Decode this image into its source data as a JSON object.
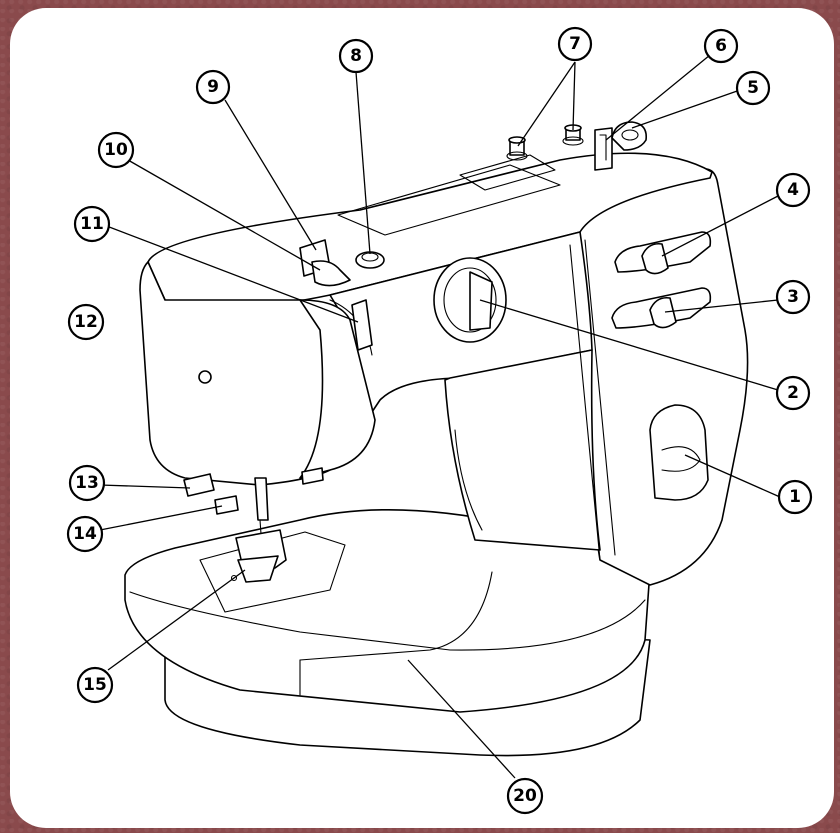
{
  "callouts": [
    {
      "id": "c1",
      "label": "1"
    },
    {
      "id": "c2",
      "label": "2"
    },
    {
      "id": "c3",
      "label": "3"
    },
    {
      "id": "c4",
      "label": "4"
    },
    {
      "id": "c5",
      "label": "5"
    },
    {
      "id": "c6",
      "label": "6"
    },
    {
      "id": "c7",
      "label": "7"
    },
    {
      "id": "c8",
      "label": "8"
    },
    {
      "id": "c9",
      "label": "9"
    },
    {
      "id": "c10",
      "label": "10"
    },
    {
      "id": "c11",
      "label": "11"
    },
    {
      "id": "c12",
      "label": "12"
    },
    {
      "id": "c13",
      "label": "13"
    },
    {
      "id": "c14",
      "label": "14"
    },
    {
      "id": "c15",
      "label": "15"
    },
    {
      "id": "c20",
      "label": "20"
    }
  ],
  "colors": {
    "border": "#8a4a4c",
    "panel": "#ffffff",
    "ink": "#000000"
  }
}
